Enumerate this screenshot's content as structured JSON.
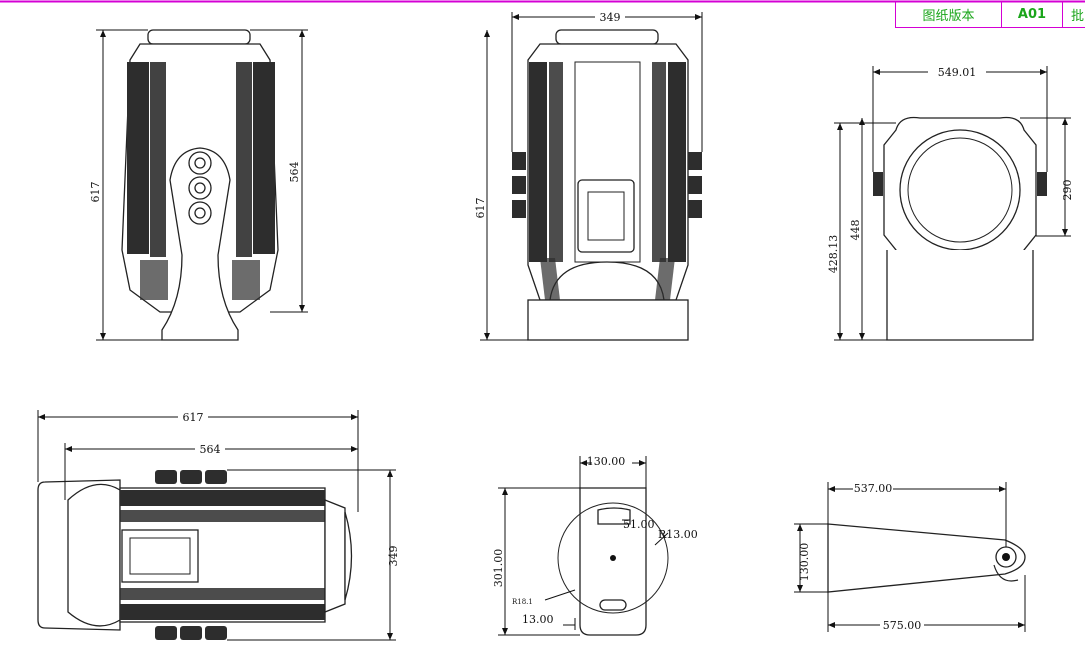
{
  "title_block": {
    "version_label": "图纸版本",
    "version_value": "A01",
    "cut_char": "批"
  },
  "colors": {
    "frame": "#d400d4",
    "title_text": "#1aa51a"
  },
  "dims": {
    "front_height": "617",
    "front_body_height": "564",
    "side_width": "349",
    "side_height": "617",
    "back_width": "549.01",
    "back_height_outer": "428.13",
    "back_height_mid": "448",
    "back_lens": "290",
    "bottom_length": "617",
    "bottom_body_length": "564",
    "bottom_width": "349",
    "bracket_top": "130.00",
    "bracket_height": "301.00",
    "bracket_slot": "51.00",
    "bracket_radius": "R13.00",
    "bracket_small": "R18.1",
    "bracket_bottom": "13.00",
    "arm_top": "537.00",
    "arm_height": "130.00",
    "arm_bottom": "575.00"
  }
}
